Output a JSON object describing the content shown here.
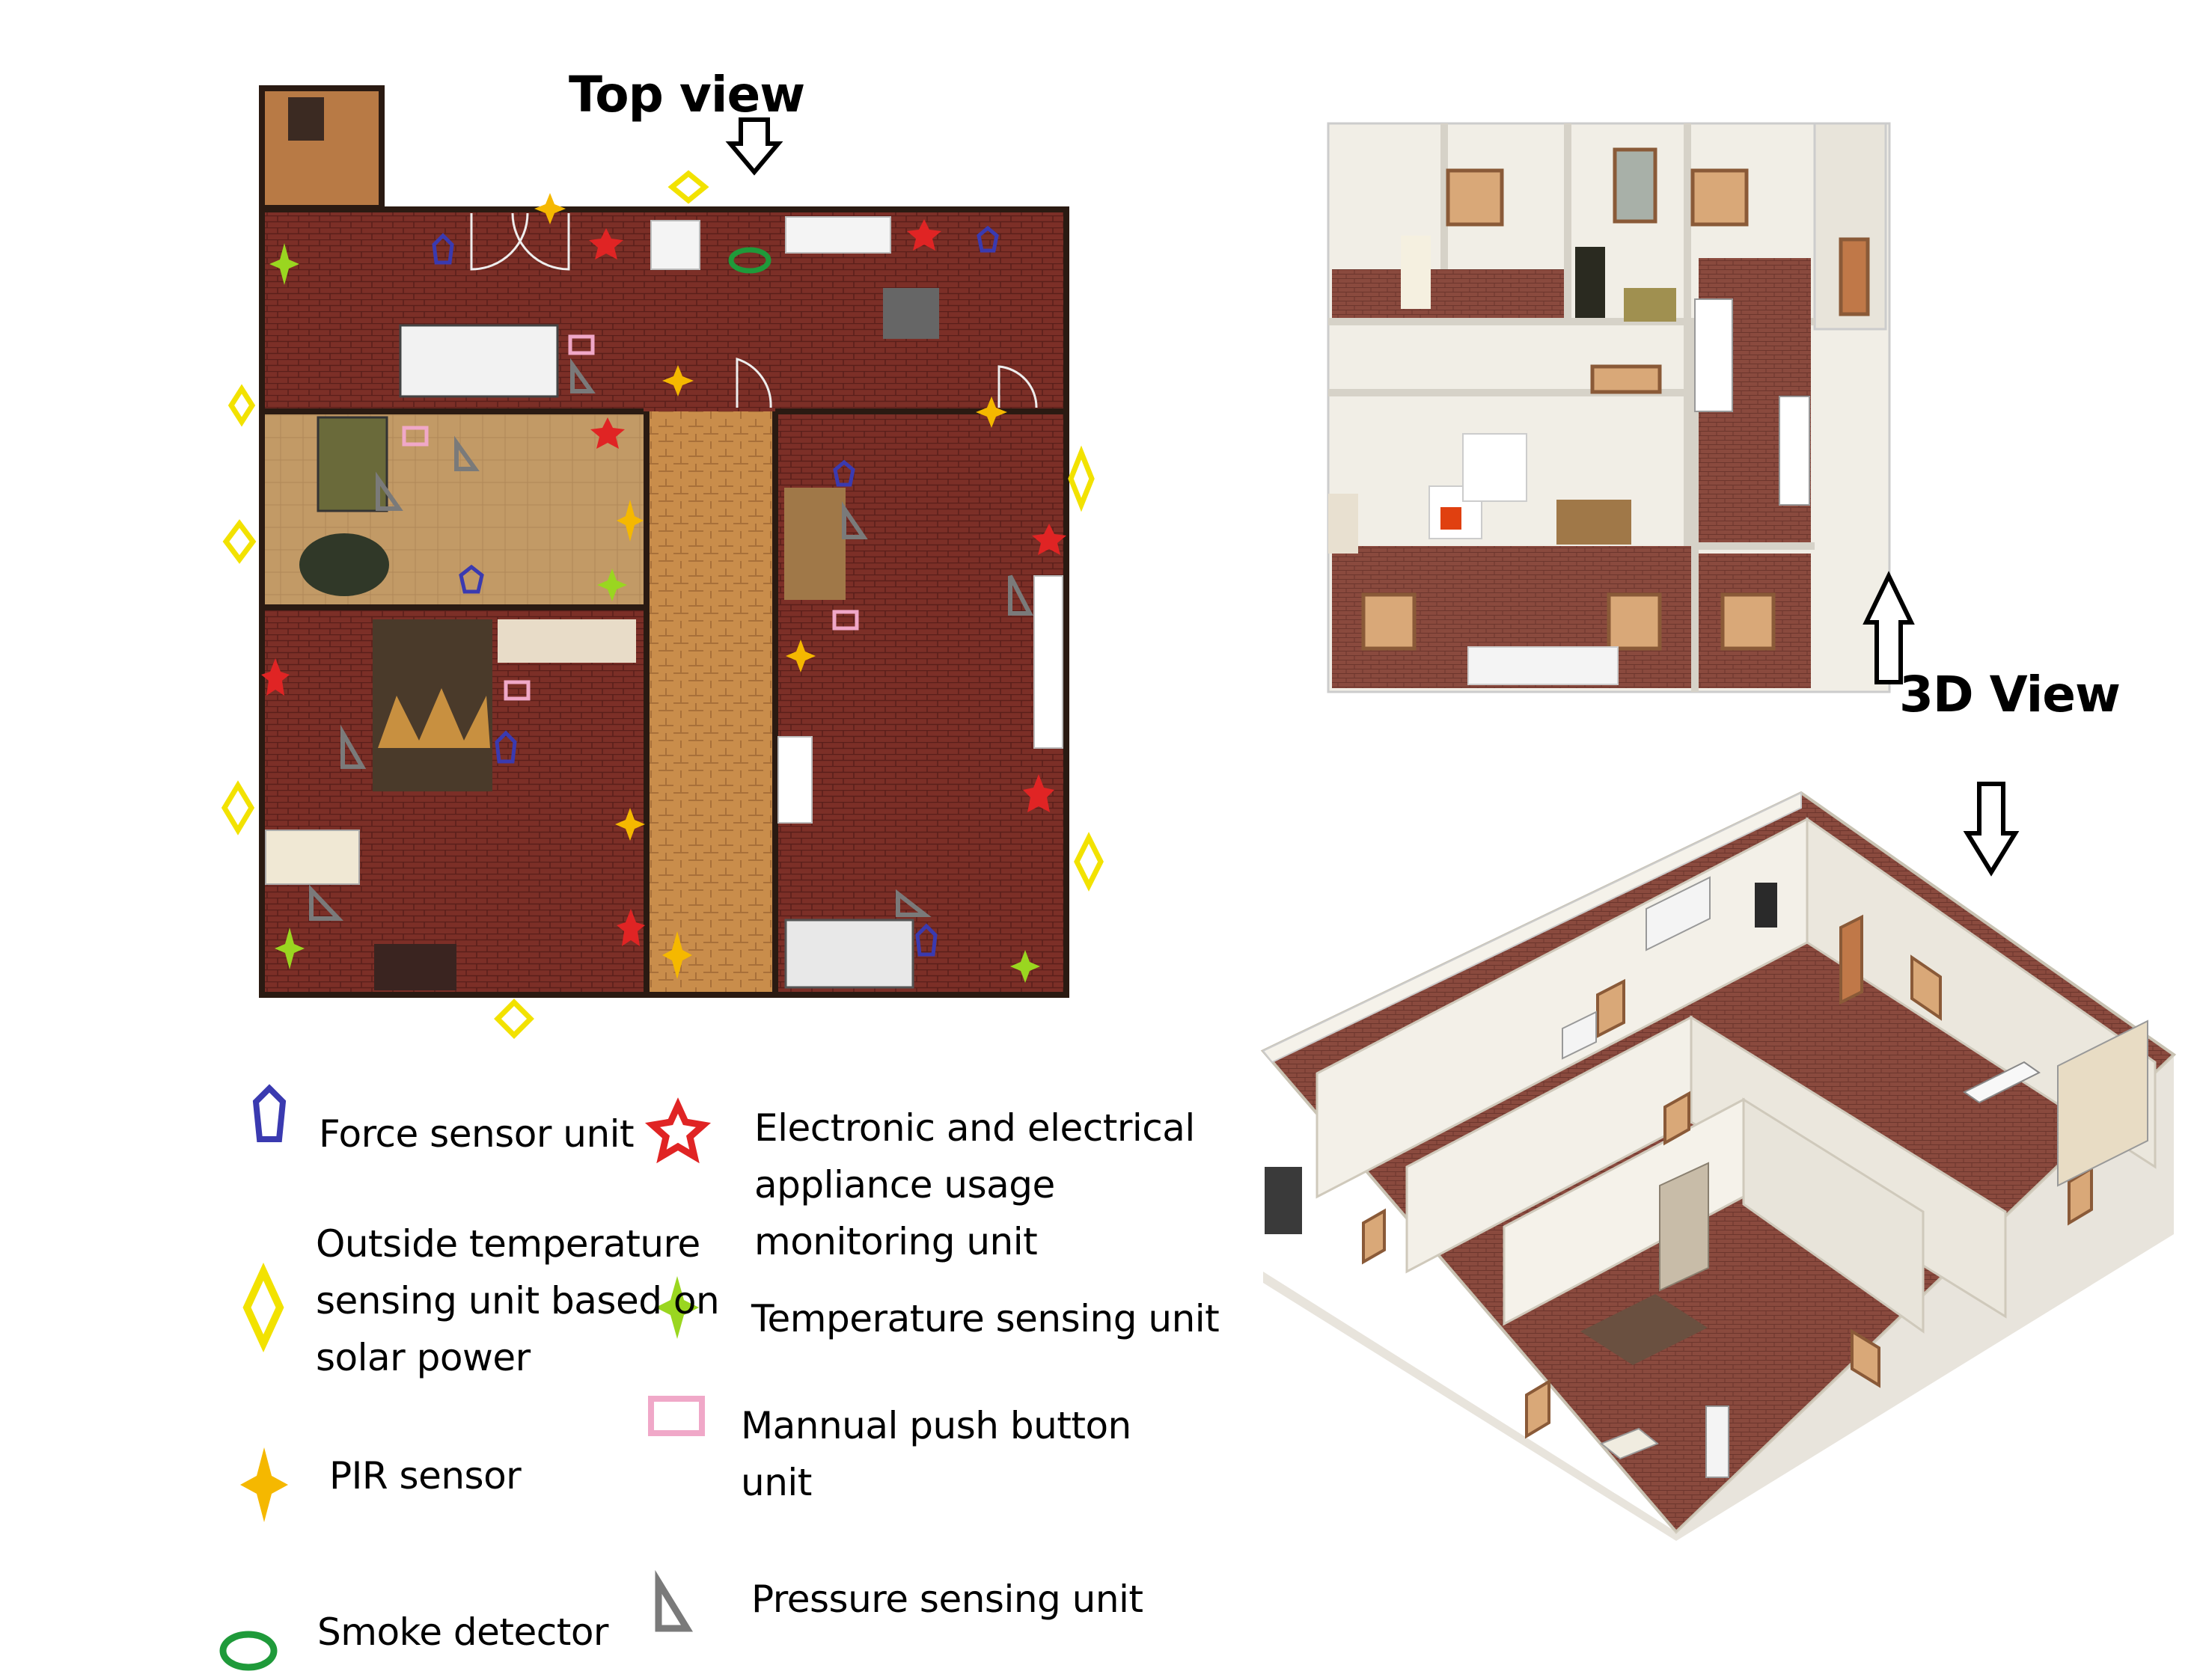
{
  "top_view_label": "Top view",
  "view_3d_label": "3D View",
  "legend": {
    "force_sensor": "Force sensor unit",
    "outside_temperature": "Outside temperature\nsensing unit based on\nsolar power",
    "pir_sensor": "PIR sensor",
    "smoke_detector": "Smoke detector",
    "appliance_monitor": "Electronic and electrical\nappliance usage\nmonitoring unit",
    "temperature_sensing": "Temperature sensing unit",
    "push_button": "Mannual push button\nunit",
    "pressure_sensing": "Pressure sensing unit"
  },
  "colors": {
    "force": "#3a3ab0",
    "outside_temp": "#f2e200",
    "pir": "#f5b800",
    "smoke": "#1f9a3a",
    "appliance": "#e02424",
    "temperature": "#9ad620",
    "push_button": "#f0a8c8",
    "pressure": "#7a7a7a",
    "brick": "#7a2e26",
    "wood": "#c8914e",
    "wall_3d": "#f1eee6"
  }
}
